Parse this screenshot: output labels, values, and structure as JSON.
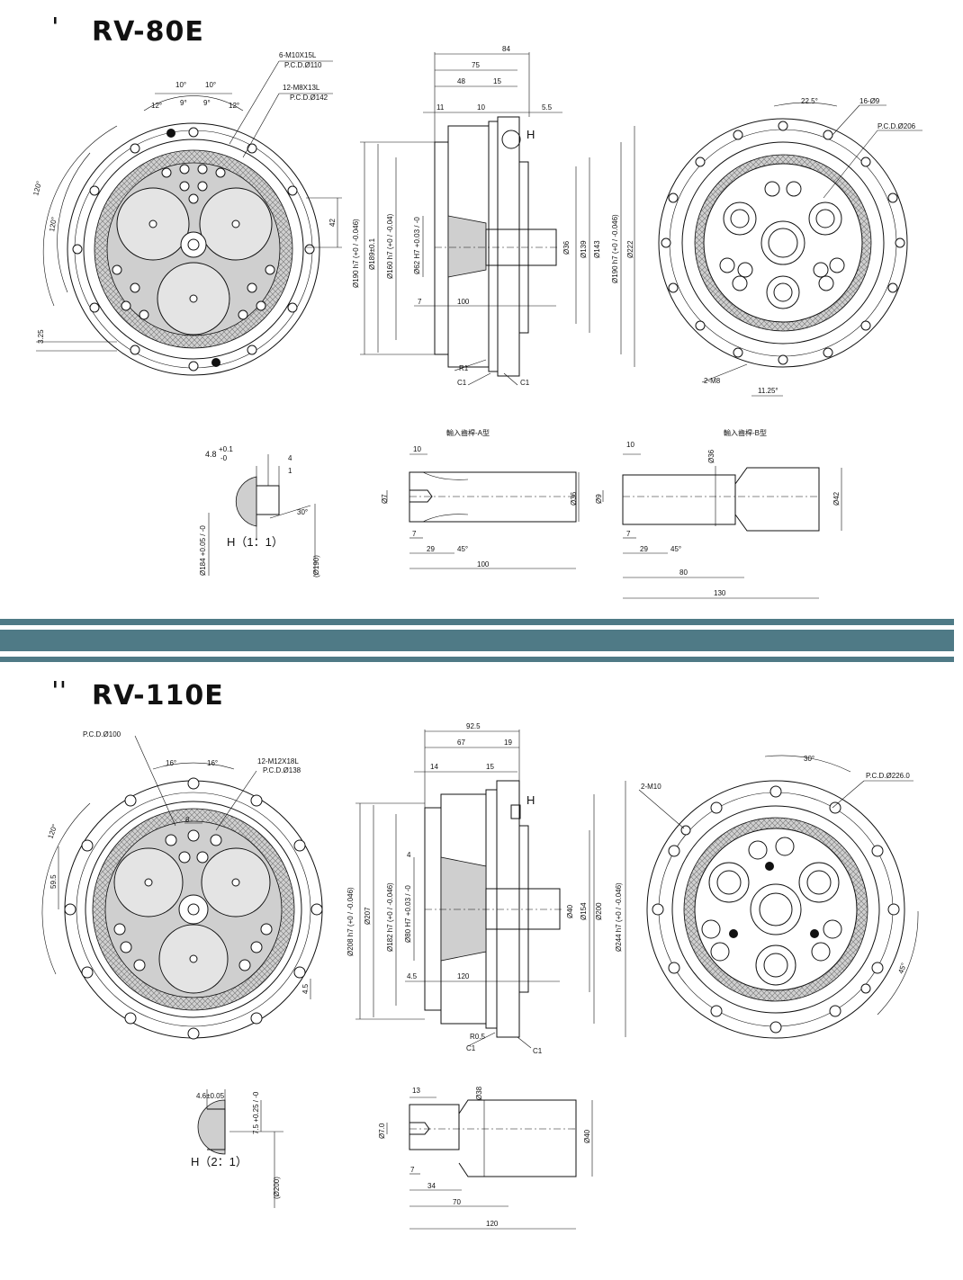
{
  "colors": {
    "band": "#4f7a86",
    "gray": "#cfcfcf",
    "hatch": "#9a9a9a"
  },
  "rv80": {
    "title": "RV-80E",
    "front": {
      "holes_a": "6-M10X15L",
      "pcd_a": "P.C.D.Ø110",
      "holes_b": "12-M8X13L",
      "pcd_b": "P.C.D.Ø142",
      "ang1": "10°",
      "ang2": "10°",
      "ang3": "12°",
      "ang4": "9°",
      "ang5": "9°",
      "ang6": "12°",
      "ang7": "120°",
      "ang8": "120°",
      "d42": "42",
      "d325": "3.25"
    },
    "side": {
      "d84": "84",
      "d75": "75",
      "d48": "48",
      "d15": "15",
      "d11": "11",
      "d10": "10",
      "d55": "5.5",
      "h": "H",
      "d190a": "Ø190 h7 (+0 / -0.046)",
      "d189": "Ø189±0.1",
      "d160": "Ø160 h7 (+0 / -0.04)",
      "d62": "Ø62 H7 +0.03 / -0",
      "d36": "Ø36",
      "d139": "Ø139",
      "d143": "Ø143",
      "d190b": "Ø190 h7 (+0 / -0.046)",
      "d222": "Ø222",
      "d7": "7",
      "d100": "100",
      "r1": "R1",
      "c1a": "C1",
      "c1b": "C1"
    },
    "rear": {
      "ang": "22.5°",
      "holes": "16-Ø9",
      "pcd": "P.C.D.Ø206",
      "m8": "2-M8",
      "ang2": "11.25°"
    },
    "detail": {
      "a": "4.8",
      "tol_a": "+0.1",
      "tol_b": "-0",
      "d4": "4",
      "d1": "1",
      "d30": "30°",
      "d184": "Ø184 +0.05 / -0",
      "d190": "(Ø190)",
      "label": "H（1：1）"
    },
    "shaftA": {
      "caption": "輸入齒桿-A型",
      "d10": "10",
      "d7": "Ø7",
      "d36": "Ø36",
      "d7b": "7",
      "d29": "29",
      "d45": "45°",
      "d100": "100"
    },
    "shaftB": {
      "caption": "輸入齒桿-B型",
      "d10": "10",
      "d36": "Ø36",
      "d9": "Ø9",
      "d42": "Ø42",
      "d7": "7",
      "d29": "29",
      "d45": "45°",
      "d80": "80",
      "d130": "130"
    }
  },
  "rv110": {
    "title": "RV-110E",
    "front": {
      "pcd_a": "P.C.D.Ø100",
      "ang1": "16°",
      "ang2": "16°",
      "holes": "12-M12X18L",
      "pcd_b": "P.C.D.Ø138",
      "d8": "8",
      "ang3": "120°",
      "d595": "59.5",
      "d45": "4.5"
    },
    "side": {
      "d925": "92.5",
      "d67": "67",
      "d19": "19",
      "d14": "14",
      "d15": "15",
      "h": "H",
      "d208": "Ø208 h7 (+0 / -0.046)",
      "d207": "Ø207",
      "d182": "Ø182 h7 (+0 / -0.046)",
      "d80": "Ø80 H7 +0.03 / -0",
      "d4": "4",
      "d40": "Ø40",
      "d154": "Ø154",
      "d200": "Ø200",
      "d244": "Ø244 h7 (+0 / -0.046)",
      "d45": "4.5",
      "d120": "120",
      "r05": "R0.5",
      "c1a": "C1",
      "c1b": "C1"
    },
    "rear": {
      "m10": "2-M10",
      "ang": "30°",
      "pcd": "P.C.D.Ø226.0",
      "ang2": "45°"
    },
    "detail": {
      "a": "4.6±0.05",
      "b": "7.5 +0.25 / -0",
      "d200": "(Ø200)",
      "label": "H（2：1）"
    },
    "shaft": {
      "d13": "13",
      "d38": "Ø38",
      "d70": "Ø7.0",
      "d40": "Ø40",
      "d7": "7",
      "d34": "34",
      "d70b": "70",
      "d120": "120"
    }
  }
}
